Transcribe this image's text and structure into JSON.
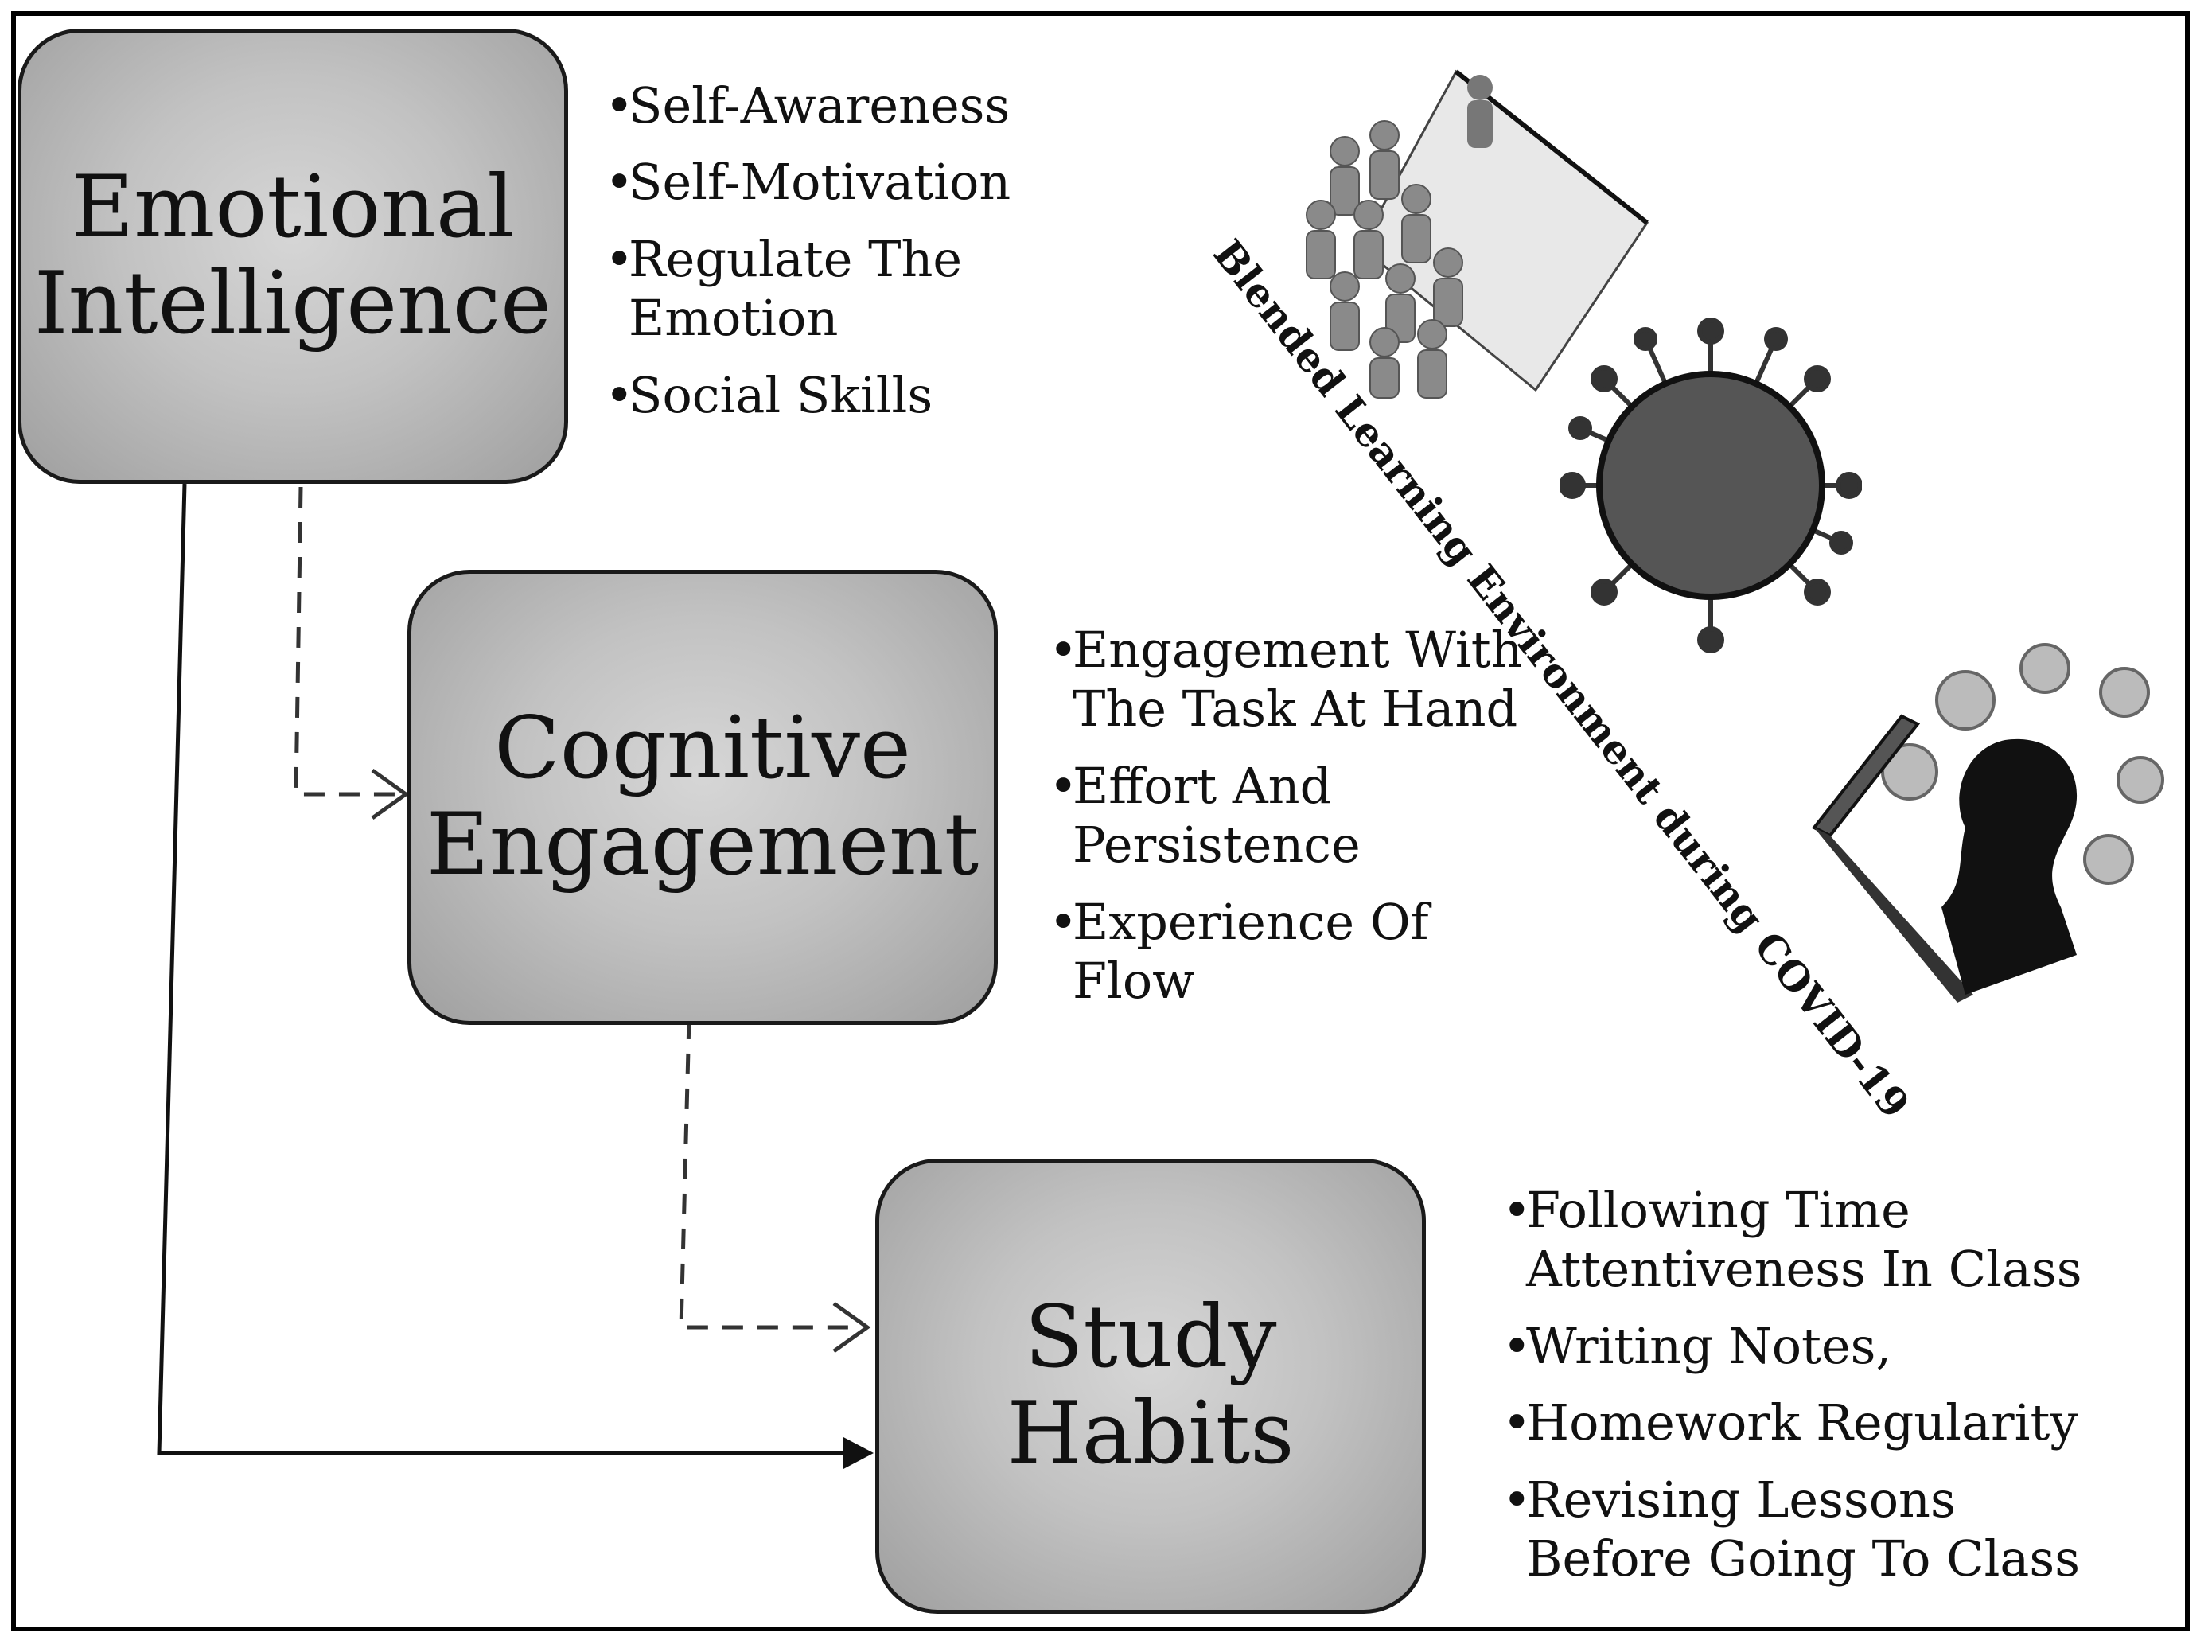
{
  "boxes": {
    "emotional": {
      "line1": "Emotional",
      "line2": "Intelligence"
    },
    "cognitive": {
      "line1": "Cognitive",
      "line2": "Engagement"
    },
    "study": {
      "line1": "Study",
      "line2": "Habits"
    }
  },
  "emotional_bullets": [
    "Self-Awareness",
    "Self-Motivation",
    "Regulate The Emotion",
    "Social Skills"
  ],
  "cognitive_bullets": [
    "Engagement With The Task At Hand",
    "Effort And Persistence",
    "Experience Of Flow"
  ],
  "study_bullets": [
    "Following Time Attentiveness In Class",
    "Writing Notes,",
    "Homework Regularity",
    "Revising Lessons Before Going To Class"
  ],
  "side_caption": "Blended Learning Environment during COVID-19",
  "icons": {
    "classroom": "classroom-crowd-illustration-icon",
    "virus": "coronavirus-icon",
    "online": "online-learning-laptop-icon"
  },
  "colors": {
    "box_fill": "#c2c2c2",
    "box_border": "#1a1a1a",
    "virus": "#555555"
  }
}
